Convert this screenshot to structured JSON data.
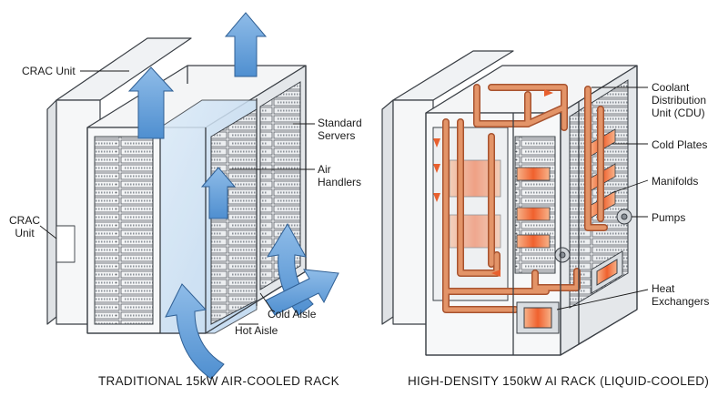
{
  "left_panel": {
    "crac_top_label": "CRAC Unit",
    "crac_side_label": [
      "CRAC",
      "Unit"
    ],
    "standard_servers_label": [
      "Standard",
      "Servers"
    ],
    "air_handlers_label": [
      "Air",
      "Handlers"
    ],
    "cold_aisle_label": "Cold Aisle",
    "hot_aisle_label": "Hot Aisle",
    "caption": "TRADITIONAL 15kW AIR-COOLED RACK"
  },
  "right_panel": {
    "cdu_label": [
      "Coolant",
      "Distribution",
      "Unit (CDU)"
    ],
    "cold_plates_label": "Cold Plates",
    "manifolds_label": "Manifolds",
    "pumps_label": "Pumps",
    "heat_exchangers_label": [
      "Heat",
      "Exchangers"
    ],
    "caption": "HIGH-DENSITY 150kW AI RACK (LIQUID-COOLED)"
  },
  "colors": {
    "outline": "#3a3f45",
    "frame": "#eef0f2",
    "glass": "#cfe3f5",
    "air_arrow": "#6fa6dd",
    "copper": "#d9835a",
    "copper_dark": "#a8532f",
    "heat": "#f06a3a"
  },
  "icons": [
    "air-flow-arrow-icon",
    "hot-air-arrow-icon",
    "pump-icon"
  ]
}
